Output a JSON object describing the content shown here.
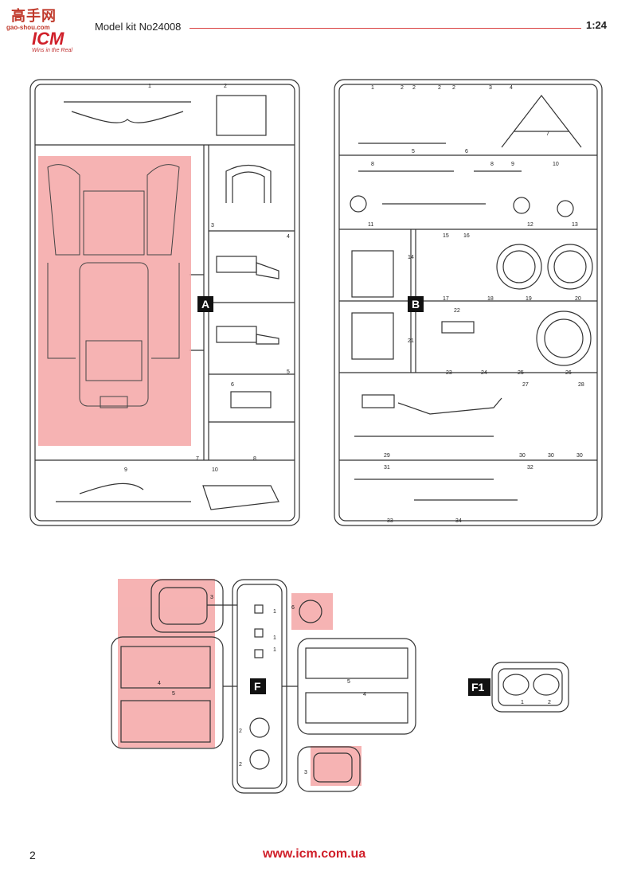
{
  "header": {
    "logo_cn": "高手网",
    "logo_url": "gao-shou.com",
    "logo_brand": "ICM",
    "logo_tagline": "Wins in the Real",
    "kit_title": "Model kit No24008",
    "scale": "1:24"
  },
  "sprues": {
    "a_letter": "A",
    "b_letter": "B",
    "f_letter": "F",
    "f1_letter": "F1",
    "a_parts": [
      "1",
      "2",
      "3",
      "4",
      "5",
      "6",
      "7",
      "8",
      "9",
      "10"
    ],
    "b_parts": [
      "1",
      "2",
      "2",
      "2",
      "2",
      "3",
      "4",
      "5",
      "6",
      "7",
      "8",
      "8",
      "9",
      "10",
      "11",
      "12",
      "13",
      "14",
      "15",
      "16",
      "17",
      "18",
      "19",
      "20",
      "21",
      "22",
      "23",
      "24",
      "25",
      "26",
      "27",
      "28",
      "29",
      "30",
      "30",
      "30",
      "31",
      "32",
      "33",
      "34"
    ],
    "f_parts": [
      "1",
      "1",
      "1",
      "2",
      "2",
      "3",
      "3",
      "4",
      "4",
      "5",
      "5",
      "6"
    ],
    "f1_parts": [
      "1",
      "2"
    ]
  },
  "colors": {
    "highlight": "#f4a6a6",
    "accent": "#d0202a",
    "line": "#333333"
  },
  "footer": {
    "page_number": "2",
    "website": "www.icm.com.ua"
  }
}
